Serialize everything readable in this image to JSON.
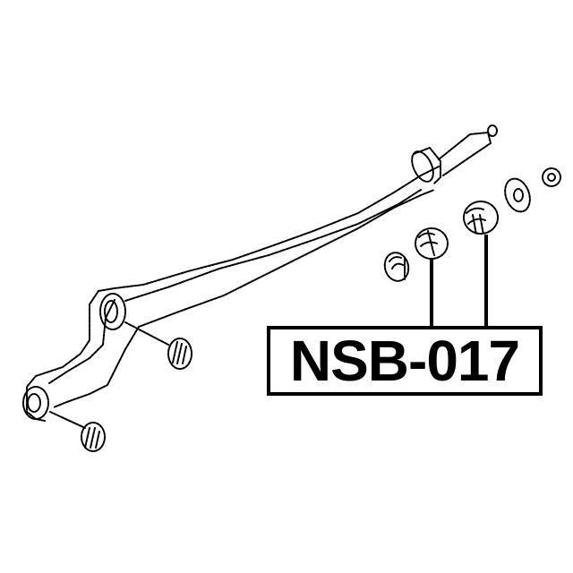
{
  "diagram": {
    "type": "exploded-parts-diagram",
    "subject": "suspension arm with bushings",
    "part_number": "NSB-017",
    "colors": {
      "line": "#000000",
      "background": "#ffffff"
    },
    "components": [
      {
        "name": "arm-rod",
        "description": "long arm with threaded end"
      },
      {
        "name": "bushing-upper-mount",
        "description": "bushing at upper arm eye"
      },
      {
        "name": "bushing-lower-mount",
        "description": "bushing at lower arm eye"
      },
      {
        "name": "washer-inner",
        "description": "inner washer on rod end"
      },
      {
        "name": "bushing-inner",
        "description": "rod end bushing, highlighted"
      },
      {
        "name": "bushing-outer",
        "description": "rod end bushing, highlighted"
      },
      {
        "name": "washer-outer",
        "description": "outer washer"
      },
      {
        "name": "nut",
        "description": "end nut"
      }
    ],
    "callout": {
      "label": "NSB-017",
      "points_to": [
        "bushing-inner",
        "bushing-outer"
      ]
    }
  }
}
